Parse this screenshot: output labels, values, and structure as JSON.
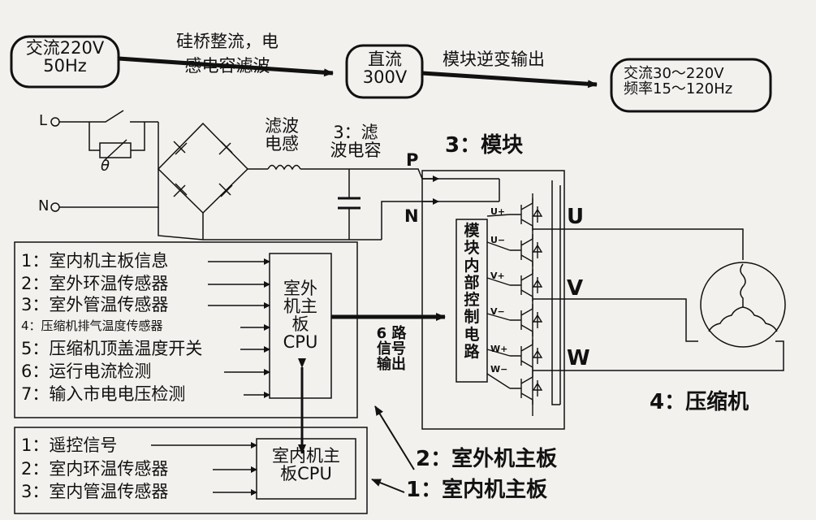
{
  "flow": {
    "ac_in": {
      "line1": "交流220V",
      "line2": "50Hz"
    },
    "step1": {
      "line1": "硅桥整流，电",
      "line2": "感电容滤波"
    },
    "dc": {
      "line1": "直流",
      "line2": "300V"
    },
    "step2": "模块逆变输出",
    "ac_out": {
      "line1": "交流30～220V",
      "line2": "频率15～120Hz"
    }
  },
  "circuit": {
    "terminal_l": "L",
    "terminal_n": "N",
    "thermistor": "θ",
    "inductor": {
      "line1": "滤波",
      "line2": "电感"
    },
    "capacitor": {
      "line1": "3：滤",
      "line2": "波电容"
    },
    "bus_p": "P",
    "bus_n": "N",
    "module_title": "3：模块",
    "module_control": "模块内部控制电路",
    "gates": [
      "U+",
      "U−",
      "V+",
      "V−",
      "W+",
      "W−"
    ],
    "phases": [
      "U",
      "V",
      "W"
    ],
    "compressor": "4：压缩机",
    "signal_out": {
      "line1": "6 路",
      "line2": "信号",
      "line3": "输出"
    }
  },
  "outdoor": {
    "inputs": [
      "1：室内机主板信息",
      "2：室外环温传感器",
      "3：室外管温传感器",
      "4：压缩机排气温度传感器",
      "5：压缩机顶盖温度开关",
      "6：运行电流检测",
      "7：输入市电电压检测"
    ],
    "cpu": {
      "line1": "室外",
      "line2": "机主",
      "line3": "板",
      "line4": "CPU"
    },
    "label": "2：室外机主板"
  },
  "indoor": {
    "inputs": [
      "1：遥控信号",
      "2：室内环温传感器",
      "3：室内管温传感器"
    ],
    "cpu": {
      "line1": "室内机主",
      "line2": "板CPU"
    },
    "label": "1：室内机主板"
  }
}
